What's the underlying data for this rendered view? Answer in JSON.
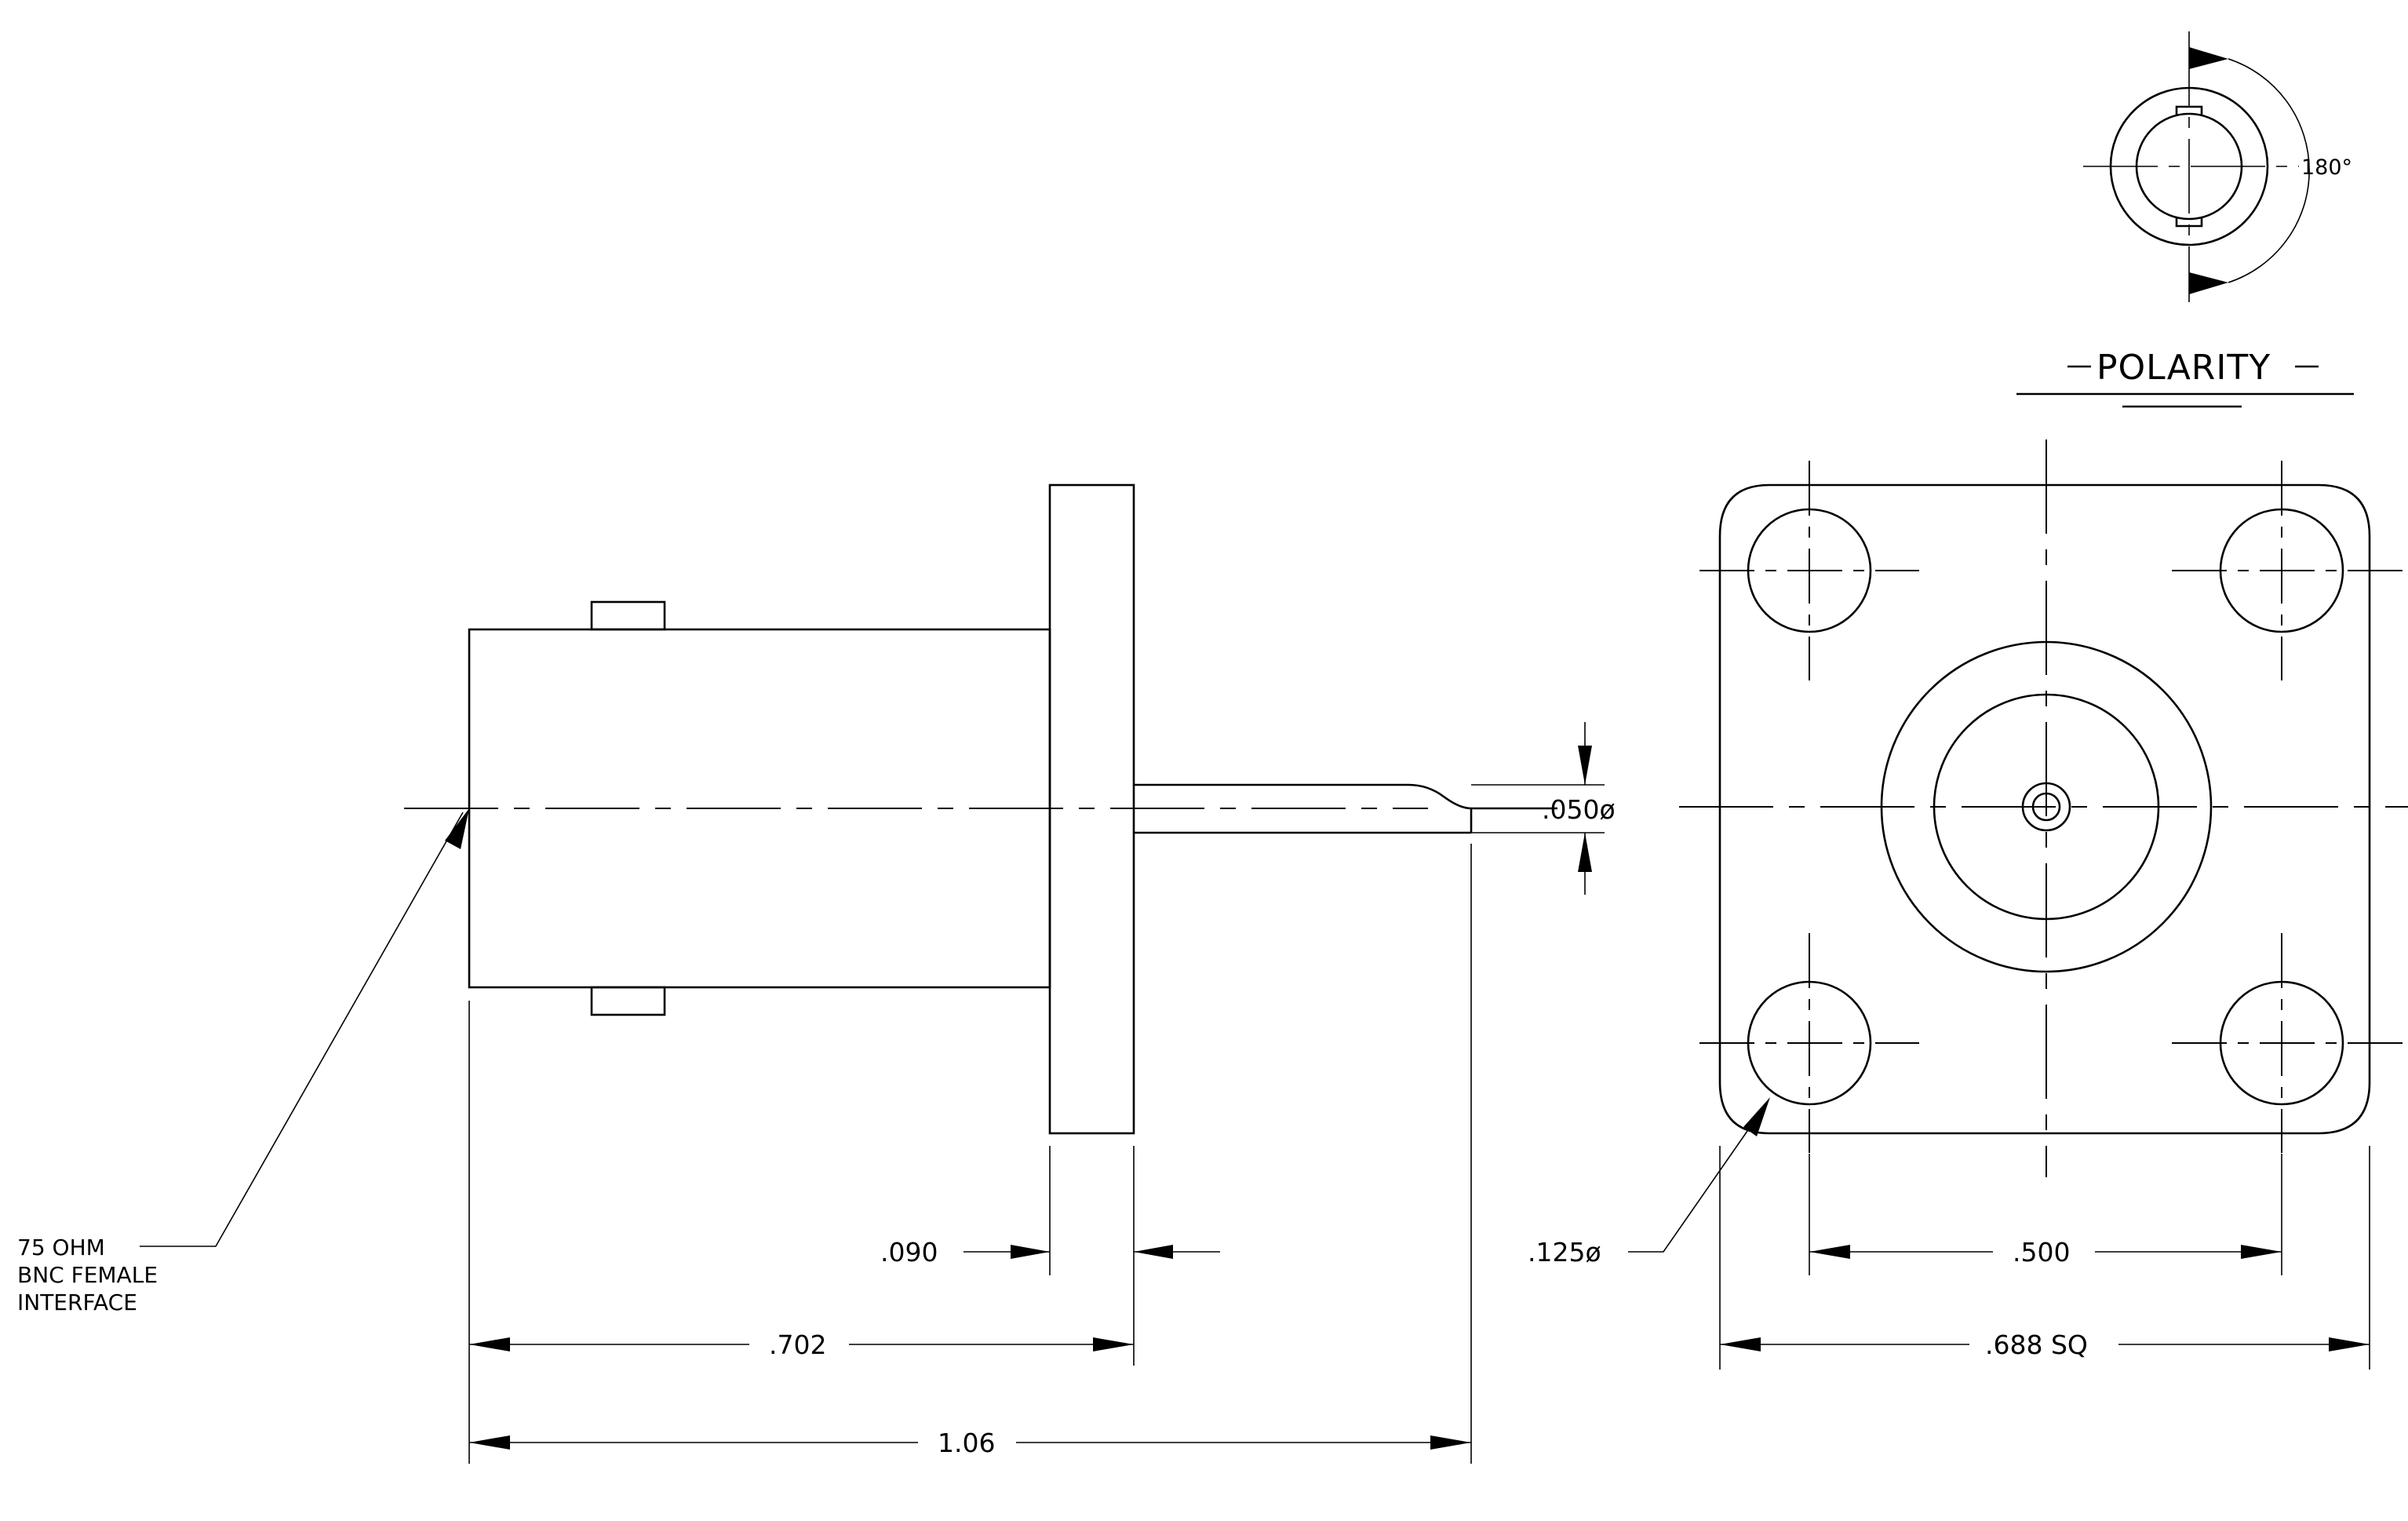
{
  "polarity": {
    "title": "POLARITY",
    "angle": "180°"
  },
  "dimensions": {
    "flange_thickness": ".090",
    "body_length": ".702",
    "overall_length": "1.06",
    "pin_diameter": ".050ø",
    "hole_diameter": ".125ø",
    "hole_spacing": ".500",
    "flange_square": ".688 SQ"
  },
  "note": {
    "line1": "75 OHM",
    "line2": "BNC FEMALE",
    "line3": "INTERFACE"
  }
}
